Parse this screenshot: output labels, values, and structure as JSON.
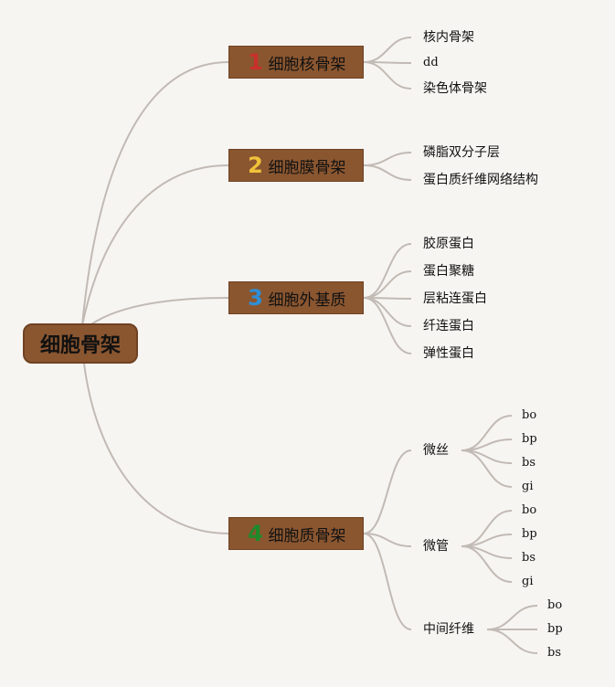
{
  "colors": {
    "background": "#f7f5f2",
    "node_fill": "#8a5630",
    "line": "#c2bab4",
    "num_1": "#c9302c",
    "num_2": "#f0c23a",
    "num_3": "#2e8fd6",
    "num_4": "#1f8a2a"
  },
  "root": {
    "label": "细胞骨架"
  },
  "branches": [
    {
      "num": "1",
      "label": "细胞核骨架",
      "children": [
        "核内骨架",
        "dd",
        "染色体骨架"
      ]
    },
    {
      "num": "2",
      "label": "细胞膜骨架",
      "children": [
        "磷脂双分子层",
        "蛋白质纤维网络结构"
      ]
    },
    {
      "num": "3",
      "label": "细胞外基质",
      "children": [
        "胶原蛋白",
        "蛋白聚糖",
        "层粘连蛋白",
        "纤连蛋白",
        "弹性蛋白"
      ]
    },
    {
      "num": "4",
      "label": "细胞质骨架",
      "children": [
        {
          "label": "微丝",
          "children": [
            "bo",
            "bp",
            "bs",
            "gi"
          ]
        },
        {
          "label": "微管",
          "children": [
            "bo",
            "bp",
            "bs",
            "gi"
          ]
        },
        {
          "label": "中间纤维",
          "children": [
            "bo",
            "bp",
            "bs"
          ]
        }
      ]
    }
  ]
}
